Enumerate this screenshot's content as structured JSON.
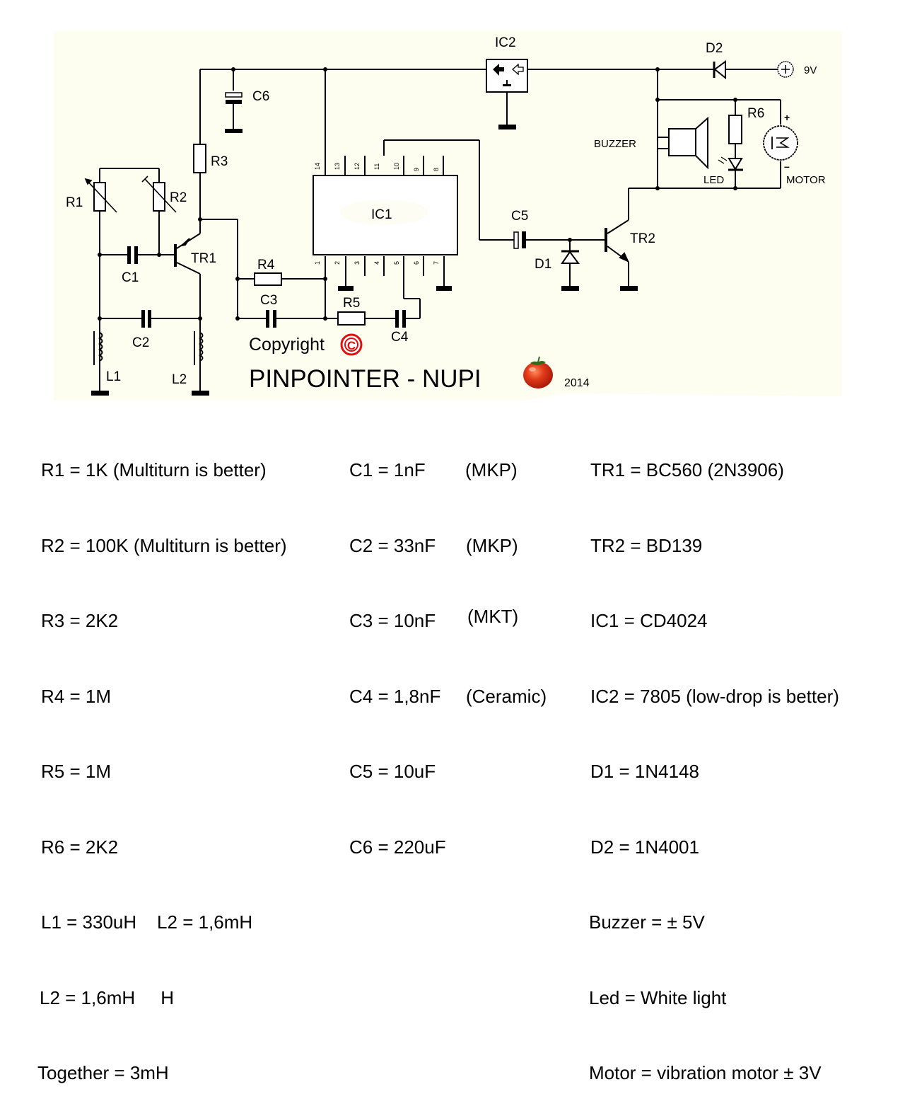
{
  "colors": {
    "schematic_background": "#fdfdf0",
    "page_background": "#ffffff",
    "wire": "#000000",
    "copyright_red": "#e01010",
    "tomato_red": "#d8301a",
    "stem_green": "#2f6a1a"
  },
  "schematic": {
    "components": {
      "ic2": "IC2",
      "d2": "D2",
      "supply": "9V",
      "c6": "C6",
      "r3": "R3",
      "r1": "R1",
      "r2": "R2",
      "tr1": "TR1",
      "c1": "C1",
      "c2": "C2",
      "l1": "L1",
      "l2": "L2",
      "r4": "R4",
      "c3": "C3",
      "r5": "R5",
      "c4": "C4",
      "ic1": "IC1",
      "c5": "C5",
      "d1": "D1",
      "tr2": "TR2",
      "r6": "R6",
      "buzzer": "BUZZER",
      "led": "LED",
      "motor": "MOTOR",
      "motor_plus": "+",
      "motor_minus": "–"
    },
    "ic1_pins_top": [
      "14",
      "13",
      "12",
      "11",
      "10",
      "9",
      "8"
    ],
    "ic1_pins_bottom": [
      "1",
      "2",
      "3",
      "4",
      "5",
      "6",
      "7"
    ],
    "copyright": "Copyright",
    "copyright_symbol": "C",
    "title": "PINPOINTER - NUPI",
    "year": "2014"
  },
  "parts_list": {
    "resistors_inductors": [
      "R1 = 1K (Multiturn is better)",
      "R2 = 100K (Multiturn is better)",
      "R3 = 2K2",
      "R4 = 1M",
      "R5 = 1M",
      "R6 = 2K2",
      "L1 = 330uH    L2 = 1,6mH",
      "L2 = 1,6mH     H",
      "Together = 3mH"
    ],
    "capacitors": [
      {
        "value": "C1 = 1nF",
        "type": "(MKP)"
      },
      {
        "value": "C2 = 33nF",
        "type": "(MKP)"
      },
      {
        "value": "C3 = 10nF",
        "type": "(MKT)"
      },
      {
        "value": "C4 = 1,8nF",
        "type": "(Ceramic)"
      },
      {
        "value": "C5 = 10uF",
        "type": ""
      },
      {
        "value": "C6 = 220uF",
        "type": ""
      }
    ],
    "semiconductors_misc": [
      "TR1 = BC560 (2N3906)",
      "TR2 = BD139",
      "IC1 = CD4024",
      "IC2 = 7805 (low-drop is better)",
      "D1 = 1N4148",
      "D2 = 1N4001",
      "Buzzer = ± 5V",
      "Led = White light",
      "Motor = vibration motor ± 3V"
    ]
  }
}
